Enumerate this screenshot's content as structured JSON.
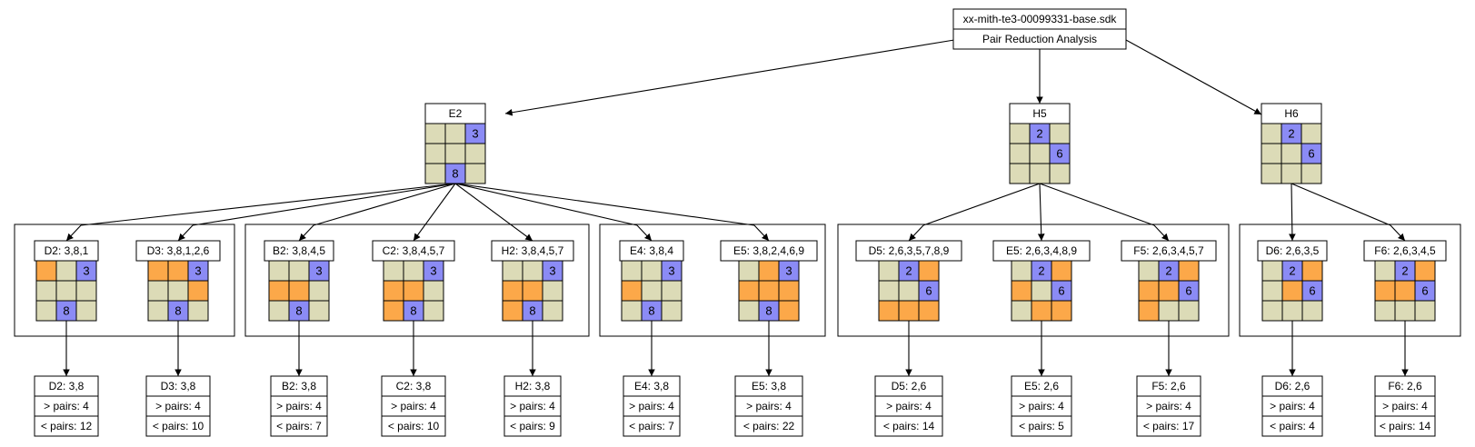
{
  "colors": {
    "empty": "#dcdbb7",
    "given": "#8b8bf5",
    "highlight": "#fca849",
    "stroke": "#000000",
    "background": "#ffffff"
  },
  "root": {
    "title": "xx-mith-te3-00099331-base.sdk",
    "subtitle": "Pair Reduction Analysis"
  },
  "level1": [
    {
      "id": "E2",
      "label": "E2",
      "cells": [
        "_",
        "_",
        "G3",
        "_",
        "_",
        "_",
        "_",
        "G8",
        "_"
      ]
    },
    {
      "id": "H5",
      "label": "H5",
      "cells": [
        "_",
        "G2",
        "_",
        "_",
        "_",
        "G6",
        "_",
        "_",
        "_"
      ]
    },
    {
      "id": "H6",
      "label": "H6",
      "cells": [
        "_",
        "G2",
        "_",
        "_",
        "_",
        "G6",
        "_",
        "_",
        "_"
      ]
    }
  ],
  "clusters": [
    {
      "parent": "E2",
      "members": [
        "D2",
        "D3"
      ]
    },
    {
      "parent": "E2",
      "members": [
        "B2",
        "C2",
        "H2"
      ]
    },
    {
      "parent": "E2",
      "members": [
        "E4",
        "E5a"
      ]
    },
    {
      "parent": "H5",
      "members": [
        "D5",
        "E5b",
        "F5"
      ]
    },
    {
      "parent": "H6",
      "members": [
        "D6",
        "F6"
      ]
    }
  ],
  "cells": [
    {
      "id": "D2",
      "label": "D2: 3,8,1",
      "grid": [
        "H",
        "_",
        "G3",
        "_",
        "_",
        "_",
        "_",
        "G8",
        "_"
      ]
    },
    {
      "id": "D3",
      "label": "D3: 3,8,1,2,6",
      "grid": [
        "H",
        "H",
        "G3",
        "_",
        "_",
        "H",
        "_",
        "G8",
        "_"
      ]
    },
    {
      "id": "B2",
      "label": "B2: 3,8,4,5",
      "grid": [
        "_",
        "_",
        "G3",
        "H",
        "H",
        "_",
        "_",
        "G8",
        "_"
      ]
    },
    {
      "id": "C2",
      "label": "C2: 3,8,4,5,7",
      "grid": [
        "_",
        "_",
        "G3",
        "H",
        "H",
        "_",
        "H",
        "G8",
        "_"
      ]
    },
    {
      "id": "H2",
      "label": "H2: 3,8,4,5,7",
      "grid": [
        "_",
        "_",
        "G3",
        "H",
        "H",
        "_",
        "H",
        "G8",
        "_"
      ]
    },
    {
      "id": "E4",
      "label": "E4: 3,8,4",
      "grid": [
        "_",
        "_",
        "G3",
        "H",
        "_",
        "_",
        "_",
        "G8",
        "_"
      ]
    },
    {
      "id": "E5a",
      "label": "E5: 3,8,2,4,6,9",
      "grid": [
        "_",
        "H",
        "G3",
        "H",
        "H",
        "H",
        "_",
        "G8",
        "H"
      ]
    },
    {
      "id": "D5",
      "label": "D5: 2,6,3,5,7,8,9",
      "grid": [
        "_",
        "G2",
        "H",
        "_",
        "_",
        "G6",
        "H",
        "H",
        "H"
      ]
    },
    {
      "id": "E5b",
      "label": "E5: 2,6,3,4,8,9",
      "grid": [
        "_",
        "G2",
        "H",
        "H",
        "_",
        "G6",
        "_",
        "H",
        "H"
      ]
    },
    {
      "id": "F5",
      "label": "F5: 2,6,3,4,5,7",
      "grid": [
        "_",
        "G2",
        "H",
        "H",
        "H",
        "G6",
        "H",
        "_",
        "_"
      ]
    },
    {
      "id": "D6",
      "label": "D6: 2,6,3,5",
      "grid": [
        "_",
        "G2",
        "H",
        "_",
        "H",
        "G6",
        "_",
        "_",
        "_"
      ]
    },
    {
      "id": "F6",
      "label": "F6: 2,6,3,4,5",
      "grid": [
        "_",
        "G2",
        "H",
        "H",
        "H",
        "G6",
        "_",
        "_",
        "_"
      ]
    }
  ],
  "results": [
    {
      "id": "D2",
      "label": "D2: 3,8",
      "more": "> pairs: 4",
      "less": "< pairs: 12"
    },
    {
      "id": "D3",
      "label": "D3: 3,8",
      "more": "> pairs: 4",
      "less": "< pairs: 10"
    },
    {
      "id": "B2",
      "label": "B2: 3,8",
      "more": "> pairs: 4",
      "less": "< pairs: 7"
    },
    {
      "id": "C2",
      "label": "C2: 3,8",
      "more": "> pairs: 4",
      "less": "< pairs: 10"
    },
    {
      "id": "H2",
      "label": "H2: 3,8",
      "more": "> pairs: 4",
      "less": "< pairs: 9"
    },
    {
      "id": "E4",
      "label": "E4: 3,8",
      "more": "> pairs: 4",
      "less": "< pairs: 7"
    },
    {
      "id": "E5a",
      "label": "E5: 3,8",
      "more": "> pairs: 4",
      "less": "< pairs: 22"
    },
    {
      "id": "D5",
      "label": "D5: 2,6",
      "more": "> pairs: 4",
      "less": "< pairs: 14"
    },
    {
      "id": "E5b",
      "label": "E5: 2,6",
      "more": "> pairs: 4",
      "less": "< pairs: 5"
    },
    {
      "id": "F5",
      "label": "F5: 2,6",
      "more": "> pairs: 4",
      "less": "< pairs: 17"
    },
    {
      "id": "D6",
      "label": "D6: 2,6",
      "more": "> pairs: 4",
      "less": "< pairs: 4"
    },
    {
      "id": "F6",
      "label": "F6: 2,6",
      "more": "> pairs: 4",
      "less": "< pairs: 14"
    }
  ]
}
